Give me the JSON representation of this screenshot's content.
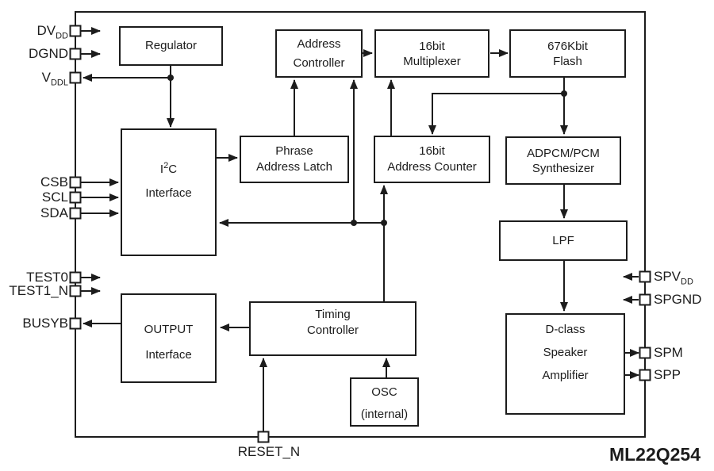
{
  "diagram": {
    "part_number": "ML22Q254",
    "ink_color": "#1c1c1c",
    "background_color": "#ffffff",
    "blocks": {
      "regulator": {
        "lines": [
          "Regulator"
        ]
      },
      "address_controller": {
        "lines": [
          "Address",
          "Controller"
        ]
      },
      "multiplexer": {
        "lines": [
          "16bit",
          "Multiplexer"
        ]
      },
      "flash": {
        "lines": [
          "676Kbit",
          "Flash"
        ]
      },
      "i2c": {
        "line1_pre": "I",
        "line1_sup": "2",
        "line1_post": "C",
        "line2": "Interface"
      },
      "phrase_latch": {
        "lines": [
          "Phrase",
          "Address Latch"
        ]
      },
      "address_counter": {
        "lines": [
          "16bit",
          "Address Counter"
        ]
      },
      "synthesizer": {
        "lines": [
          "ADPCM/PCM",
          "Synthesizer"
        ]
      },
      "lpf": {
        "lines": [
          "LPF"
        ]
      },
      "timing_controller": {
        "lines": [
          "Timing",
          "Controller"
        ]
      },
      "output_interface": {
        "lines": [
          "OUTPUT",
          "Interface"
        ]
      },
      "osc": {
        "lines": [
          "OSC",
          "(internal)"
        ]
      },
      "dclass_amp": {
        "lines": [
          "D-class",
          "Speaker",
          "Amplifier"
        ]
      }
    },
    "pins": {
      "dvdd": {
        "base": "DV",
        "sub": "DD"
      },
      "dgnd": {
        "label": "DGND"
      },
      "vddl": {
        "base": "V",
        "sub": "DDL"
      },
      "csb": {
        "label": "CSB"
      },
      "scl": {
        "label": "SCL"
      },
      "sda": {
        "label": "SDA"
      },
      "test0": {
        "label": "TEST0"
      },
      "test1_n": {
        "label": "TEST1_N"
      },
      "busyb": {
        "label": "BUSYB"
      },
      "reset_n": {
        "label": "RESET_N"
      },
      "spvdd": {
        "base": "SPV",
        "sub": "DD"
      },
      "spgnd": {
        "label": "SPGND"
      },
      "spm": {
        "label": "SPM"
      },
      "spp": {
        "label": "SPP"
      }
    }
  }
}
